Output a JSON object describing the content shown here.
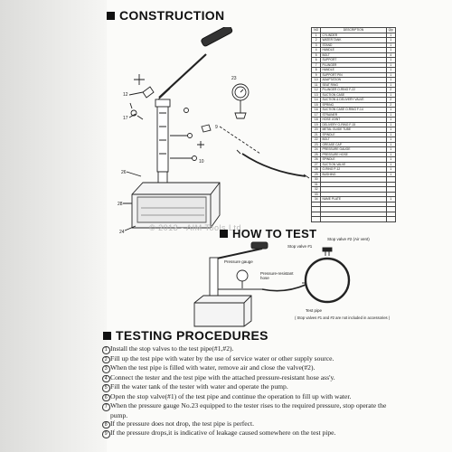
{
  "headings": {
    "construction": "CONSTRUCTION",
    "how_to_test": "HOW TO TEST",
    "testing_procedures": "TESTING PROCEDURES"
  },
  "watermark": "© 2013 - AIM Tools Ltd.",
  "parts_table": {
    "headers": [
      "NO",
      "DESCRIPTION",
      "Qty"
    ],
    "rows": [
      [
        "1",
        "CYLINDER",
        "1"
      ],
      [
        "2",
        "WATER TANK",
        "1"
      ],
      [
        "3",
        "STAND",
        "1"
      ],
      [
        "4",
        "HANDLE",
        "1"
      ],
      [
        "5",
        "BOLT",
        "4"
      ],
      [
        "6",
        "SUPPORT",
        "1"
      ],
      [
        "7",
        "PLUNGER",
        "1"
      ],
      [
        "8",
        "HANDLE",
        "1"
      ],
      [
        "9",
        "SUPPORT PIN",
        "1"
      ],
      [
        "10",
        "ADAPTATION",
        "1"
      ],
      [
        "11",
        "SEAT RING",
        "1"
      ],
      [
        "12",
        "PLUNGER O-RING F-22",
        "2"
      ],
      [
        "13",
        "SUCTION CASE",
        "1"
      ],
      [
        "14",
        "SUCTION & DELIVERY VALVE",
        "2"
      ],
      [
        "15",
        "SPRING",
        "2"
      ],
      [
        "16",
        "SUCTION CASE O-RING F-14",
        "1"
      ],
      [
        "17",
        "STRAINER",
        "1"
      ],
      [
        "18",
        "HOSE JOINT",
        "1"
      ],
      [
        "19",
        "DELIVERY O-RING F-15",
        "1"
      ],
      [
        "20",
        "METAL GUIDE TUBE",
        "1"
      ],
      [
        "21",
        "SPINDLE",
        "1"
      ],
      [
        "22",
        "BOLT",
        "1"
      ],
      [
        "23",
        "GREASE CAP",
        "1"
      ],
      [
        "24",
        "PRESSURE GAUGE",
        "1"
      ],
      [
        "25",
        "PRESSURE HOSE",
        "1"
      ],
      [
        "26",
        "SPINDLE",
        "1"
      ],
      [
        "27",
        "SUCTION VALVE",
        "1"
      ],
      [
        "28",
        "O-RING P-12",
        "1"
      ],
      [
        "29",
        "BUSHING",
        "1"
      ],
      [
        "30",
        "",
        ""
      ],
      [
        "31",
        "",
        ""
      ],
      [
        "32",
        "",
        ""
      ],
      [
        "33",
        "",
        ""
      ],
      [
        "34",
        "NAME PLATE",
        "1"
      ],
      [
        "",
        "",
        ""
      ],
      [
        "",
        "",
        ""
      ],
      [
        "",
        "",
        ""
      ],
      [
        "",
        "",
        ""
      ]
    ]
  },
  "test_diagram": {
    "labels": {
      "stop_valve_1": "Stop valve #1",
      "stop_valve_2": "Stop valve #2 (Air vent)",
      "pressure_gauge": "Pressure gauge",
      "pressure_hose": "Pressure-resistant hose",
      "test_pipe": "Test pipe",
      "note": "( Stop valves #1 and #2 are not included in accessories )"
    }
  },
  "procedures": [
    {
      "num": "1",
      "lines": [
        "Install the stop valves to the test pipe(#1,#2)."
      ]
    },
    {
      "num": "2",
      "lines": [
        "Fill up the test pipe with water by the use of service water or other supply source."
      ]
    },
    {
      "num": "3",
      "lines": [
        "When the test pipe is filled with water, remove air and close the valve(#2)."
      ]
    },
    {
      "num": "4",
      "lines": [
        "Connect the tester and the test pipe with the attached pressure-resistant hose ass'y."
      ]
    },
    {
      "num": "5",
      "lines": [
        "Fill the water tank of the tester with water and operate the pump."
      ]
    },
    {
      "num": "6",
      "lines": [
        "Open the stop valve(#1) of the test pipe and continue the operation to fill up with water."
      ]
    },
    {
      "num": "7",
      "lines": [
        "When the pressure gauge No.23 equipped to the tester rises to the required pressure, stop operate the",
        "pump."
      ]
    },
    {
      "num": "8",
      "lines": [
        "If the pressure does not drop, the test pipe is perfect."
      ]
    },
    {
      "num": "9",
      "lines": [
        "If the pressure drops,it is indicative of leakage caused somewhere on the test pipe."
      ]
    }
  ]
}
